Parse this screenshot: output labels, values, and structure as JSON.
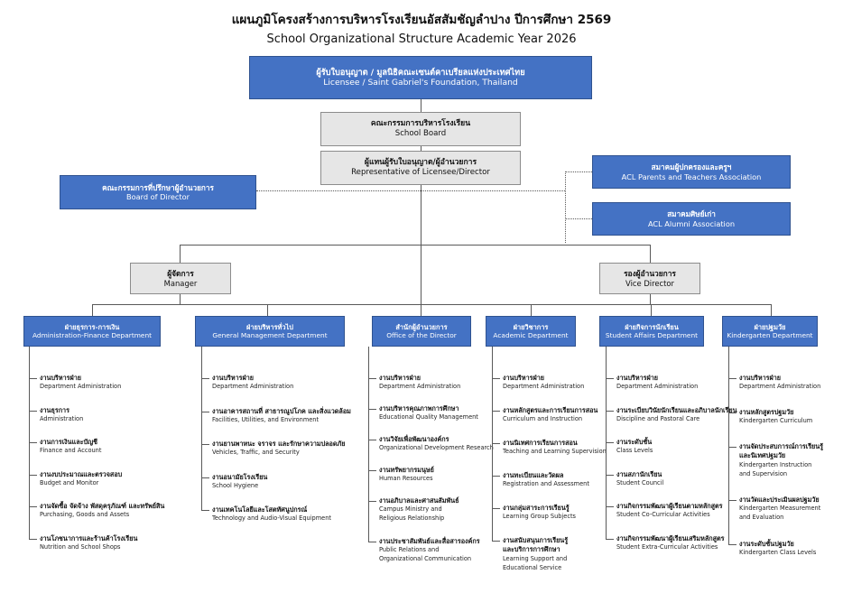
{
  "header": {
    "title_th": "แผนภูมิโครงสร้างการบริหารโรงเรียนอัสสัมชัญลำปาง ปีการศึกษา 2569",
    "title_en": "School Organizational Structure Academic Year 2026"
  },
  "colors": {
    "box_blue": "#4472C4",
    "box_blue_border": "#2F528F",
    "box_gray": "#E6E6E6",
    "box_gray_border": "#8C8C8C",
    "connector": "#595959",
    "text_on_blue": "#FFFFFF",
    "text_on_gray": "#111111"
  },
  "nodes": {
    "licensee": {
      "th": "ผู้รับใบอนุญาต / มูลนิธิคณะเซนต์คาเบรียลแห่งประเทศไทย",
      "en": "Licensee / Saint Gabriel's Foundation, Thailand"
    },
    "school_board": {
      "th": "คณะกรรมการบริหารโรงเรียน",
      "en": "School Board"
    },
    "representative": {
      "th": "ผู้แทนผู้รับใบอนุญาต/ผู้อำนวยการ",
      "en": "Representative of Licensee/Director"
    },
    "board_director": {
      "th": "คณะกรรมการที่ปรึกษาผู้อำนวยการ",
      "en": "Board of Director"
    },
    "pta": {
      "th": "สมาคมผู้ปกครองและครูฯ",
      "en": "ACL Parents and Teachers Association"
    },
    "alumni": {
      "th": "สมาคมศิษย์เก่า",
      "en": "ACL Alumni Association"
    },
    "manager": {
      "th": "ผู้จัดการ",
      "en": "Manager"
    },
    "vice_director": {
      "th": "รองผู้อำนวยการ",
      "en": "Vice Director"
    }
  },
  "departments": [
    {
      "id": "administration-finance",
      "th": "ฝ่ายธุรการ-การเงิน",
      "en": "Administration-Finance Department",
      "items": [
        {
          "th": "งานบริหารฝ่าย",
          "en": [
            "Department Administration"
          ]
        },
        {
          "th": "งานธุรการ",
          "en": [
            "Administration"
          ]
        },
        {
          "th": "งานการเงินและบัญชี",
          "en": [
            "Finance and Account"
          ]
        },
        {
          "th": "งานงบประมาณและตรวจสอบ",
          "en": [
            "Budget and Monitor"
          ]
        },
        {
          "th": "งานจัดซื้อ จัดจ้าง พัสดุครุภัณฑ์ และทรัพย์สิน",
          "en": [
            "Purchasing, Goods and Assets"
          ]
        },
        {
          "th": "งานโภชนาการและร้านค้าโรงเรียน",
          "en": [
            "Nutrition and School Shops"
          ]
        }
      ]
    },
    {
      "id": "general-management",
      "th": "ฝ่ายบริหารทั่วไป",
      "en": "General Management Department",
      "items": [
        {
          "th": "งานบริหารฝ่าย",
          "en": [
            "Department Administration"
          ]
        },
        {
          "th": "งานอาคารสถานที่ สาธารณูปโภค และสิ่งแวดล้อม",
          "en": [
            "Facilities, Utilities, and Environment"
          ]
        },
        {
          "th": "งานยานพาหนะ จราจร และรักษาความปลอดภัย",
          "en": [
            "Vehicles, Traffic, and Security"
          ]
        },
        {
          "th": "งานอนามัยโรงเรียน",
          "en": [
            "School Hygiene"
          ]
        },
        {
          "th": "งานเทคโนโลยีและโสตทัศนูปกรณ์",
          "en": [
            "Technology and Audio-Visual Equipment"
          ]
        }
      ]
    },
    {
      "id": "office-of-the-director",
      "th": "สำนักผู้อำนวยการ",
      "en": "Office of the Director",
      "items": [
        {
          "th": "งานบริหารฝ่าย",
          "en": [
            "Department Administration"
          ]
        },
        {
          "th": "งานบริหารคุณภาพการศึกษา",
          "en": [
            "Educational Quality Management"
          ]
        },
        {
          "th": "งานวิจัยเพื่อพัฒนาองค์กร",
          "en": [
            "Organizational Development Research"
          ]
        },
        {
          "th": "งานทรัพยากรมนุษย์",
          "en": [
            "Human Resources"
          ]
        },
        {
          "th": "งานอภิบาลและศาสนสัมพันธ์",
          "en": [
            "Campus Ministry and",
            "Religious Relationship"
          ]
        },
        {
          "th": "งานประชาสัมพันธ์และสื่อสารองค์กร",
          "en": [
            "Public Relations and",
            "Organizational Communication"
          ]
        }
      ]
    },
    {
      "id": "academic",
      "th": "ฝ่ายวิชาการ",
      "en": "Academic Department",
      "items": [
        {
          "th": "งานบริหารฝ่าย",
          "en": [
            "Department Administration"
          ]
        },
        {
          "th": "งานหลักสูตรและการเรียนการสอน",
          "en": [
            "Curriculum and Instruction"
          ]
        },
        {
          "th": "งานนิเทศการเรียนการสอน",
          "en": [
            "Teaching and Learning Supervision"
          ]
        },
        {
          "th": "งานทะเบียนและวัดผล",
          "en": [
            "Registration and Assessment"
          ]
        },
        {
          "th": "งานกลุ่มสาระการเรียนรู้",
          "en": [
            "Learning Group Subjects"
          ]
        },
        {
          "th": "งานสนับสนุนการเรียนรู้",
          "th2": "และบริการการศึกษา",
          "en": [
            "Learning Support and",
            "Educational Service"
          ]
        }
      ]
    },
    {
      "id": "student-affairs",
      "th": "ฝ่ายกิจการนักเรียน",
      "en": "Student Affairs Department",
      "items": [
        {
          "th": "งานบริหารฝ่าย",
          "en": [
            "Department Administration"
          ]
        },
        {
          "th": "งานระเบียบวินัยนักเรียนและอภิบาลนักเรียน",
          "en": [
            "Discipline and Pastoral Care"
          ]
        },
        {
          "th": "งานระดับชั้น",
          "en": [
            "Class Levels"
          ]
        },
        {
          "th": "งานสภานักเรียน",
          "en": [
            "Student Council"
          ]
        },
        {
          "th": "งานกิจกรรมพัฒนาผู้เรียนตามหลักสูตร",
          "en": [
            "Student Co-Curricular Activities"
          ]
        },
        {
          "th": "งานกิจกรรมพัฒนาผู้เรียนเสริมหลักสูตร",
          "en": [
            "Student Extra-Curricular Activities"
          ]
        }
      ]
    },
    {
      "id": "kindergarten",
      "th": "ฝ่ายปฐมวัย",
      "en": "Kindergarten Department",
      "items": [
        {
          "th": "งานบริหารฝ่าย",
          "en": [
            "Department Administration"
          ]
        },
        {
          "th": "งานหลักสูตรปฐมวัย",
          "en": [
            "Kindergarten Curriculum"
          ]
        },
        {
          "th": "งานจัดประสบการณ์การเรียนรู้",
          "th2": "และนิเทศปฐมวัย",
          "en": [
            "Kindergarten Instruction",
            "and Supervision"
          ]
        },
        {
          "th": "งานวัดและประเมินผลปฐมวัย",
          "en": [
            "Kindergarten Measurement",
            "and Evaluation"
          ]
        },
        {
          "th": "งานระดับชั้นปฐมวัย",
          "en": [
            "Kindergarten Class Levels"
          ]
        }
      ]
    }
  ]
}
